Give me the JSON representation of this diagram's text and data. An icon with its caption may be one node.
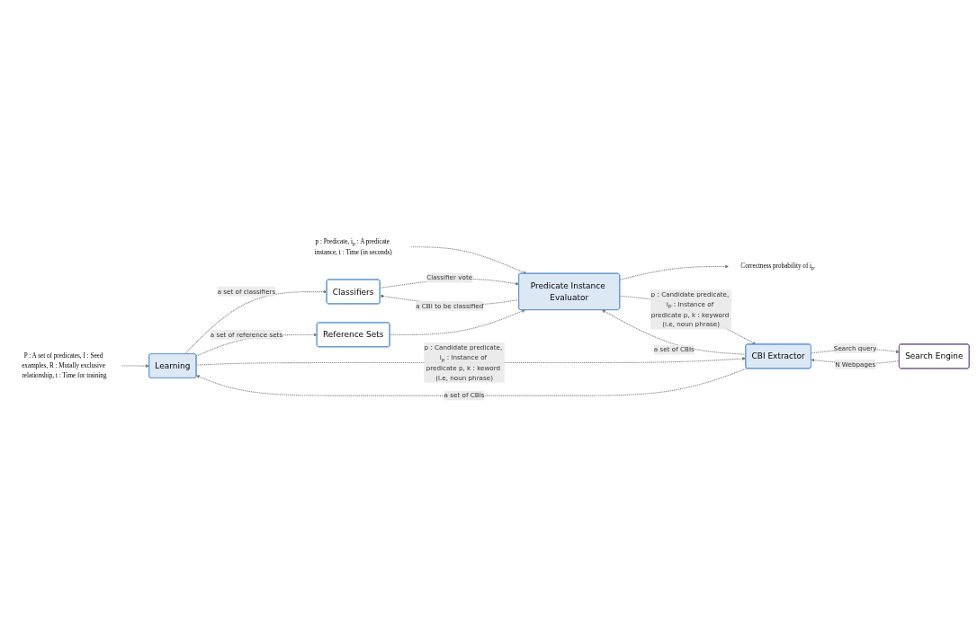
{
  "diagram": {
    "nodes": [
      {
        "text": [
          "P : A set of predicates, I : Seed examples, R : Mutally exclusive relationship, t : Time for training"
        ]
      },
      {
        "text": [
          "p : Predicate, i$_{p}$ : A predicate instance, t : Time (in seconds)"
        ]
      },
      {
        "text": [
          "Correctness probability of i$_{p}$."
        ]
      },
      {
        "text": [
          "Learning"
        ]
      },
      {
        "text": [
          "Classifiers"
        ]
      },
      {
        "text": [
          "Reference Sets"
        ]
      },
      {
        "text": [
          "Predicate Instance Evaluator"
        ]
      },
      {
        "text": [
          "CBI Extractor"
        ]
      },
      {
        "text": [
          "Search Engine"
        ]
      }
    ],
    "edges": [
      {
        "from": 0,
        "to": 3,
        "arrow": "to"
      },
      {
        "from": 3,
        "to": 4,
        "arrow": "to",
        "label": "a set of classifiers"
      },
      {
        "from": 3,
        "to": 5,
        "arrow": "to",
        "label": "a set of reference sets"
      },
      {
        "from": 6,
        "to": 4,
        "arrow": "to",
        "label": "a CBI to be classified"
      },
      {
        "from": 4,
        "to": 6,
        "arrow": "to",
        "label": "Classifier vote"
      },
      {
        "from": 5,
        "to": 6,
        "arrow": "to"
      },
      {
        "from": 1,
        "to": 6,
        "arrow": "to"
      },
      {
        "from": 6,
        "to": 2,
        "arrow": "to"
      },
      {
        "from": 7,
        "to": 3,
        "arrow": "to",
        "label": "a set of CBIs"
      },
      {
        "from": 7,
        "to": 6,
        "arrow": "to",
        "label": "a set of CBIs"
      },
      {
        "from": 3,
        "to": 7,
        "arrow": "to",
        "label": "p : Candidate predicate, i$_{p}$ : Instance of predicate p, k : keword (i.e, noun phrase)"
      },
      {
        "from": 6,
        "to": 7,
        "arrow": "to",
        "label": "p : Candidate predicate, i$_{p}$ : Instance of predicate p, k : keyword (i.e, noun phrase)"
      },
      {
        "from": 7,
        "to": 8,
        "arrow": "to",
        "label": "Search query"
      },
      {
        "from": 8,
        "to": 7,
        "arrow": "to",
        "label": "N Webpages"
      }
    ]
  }
}
